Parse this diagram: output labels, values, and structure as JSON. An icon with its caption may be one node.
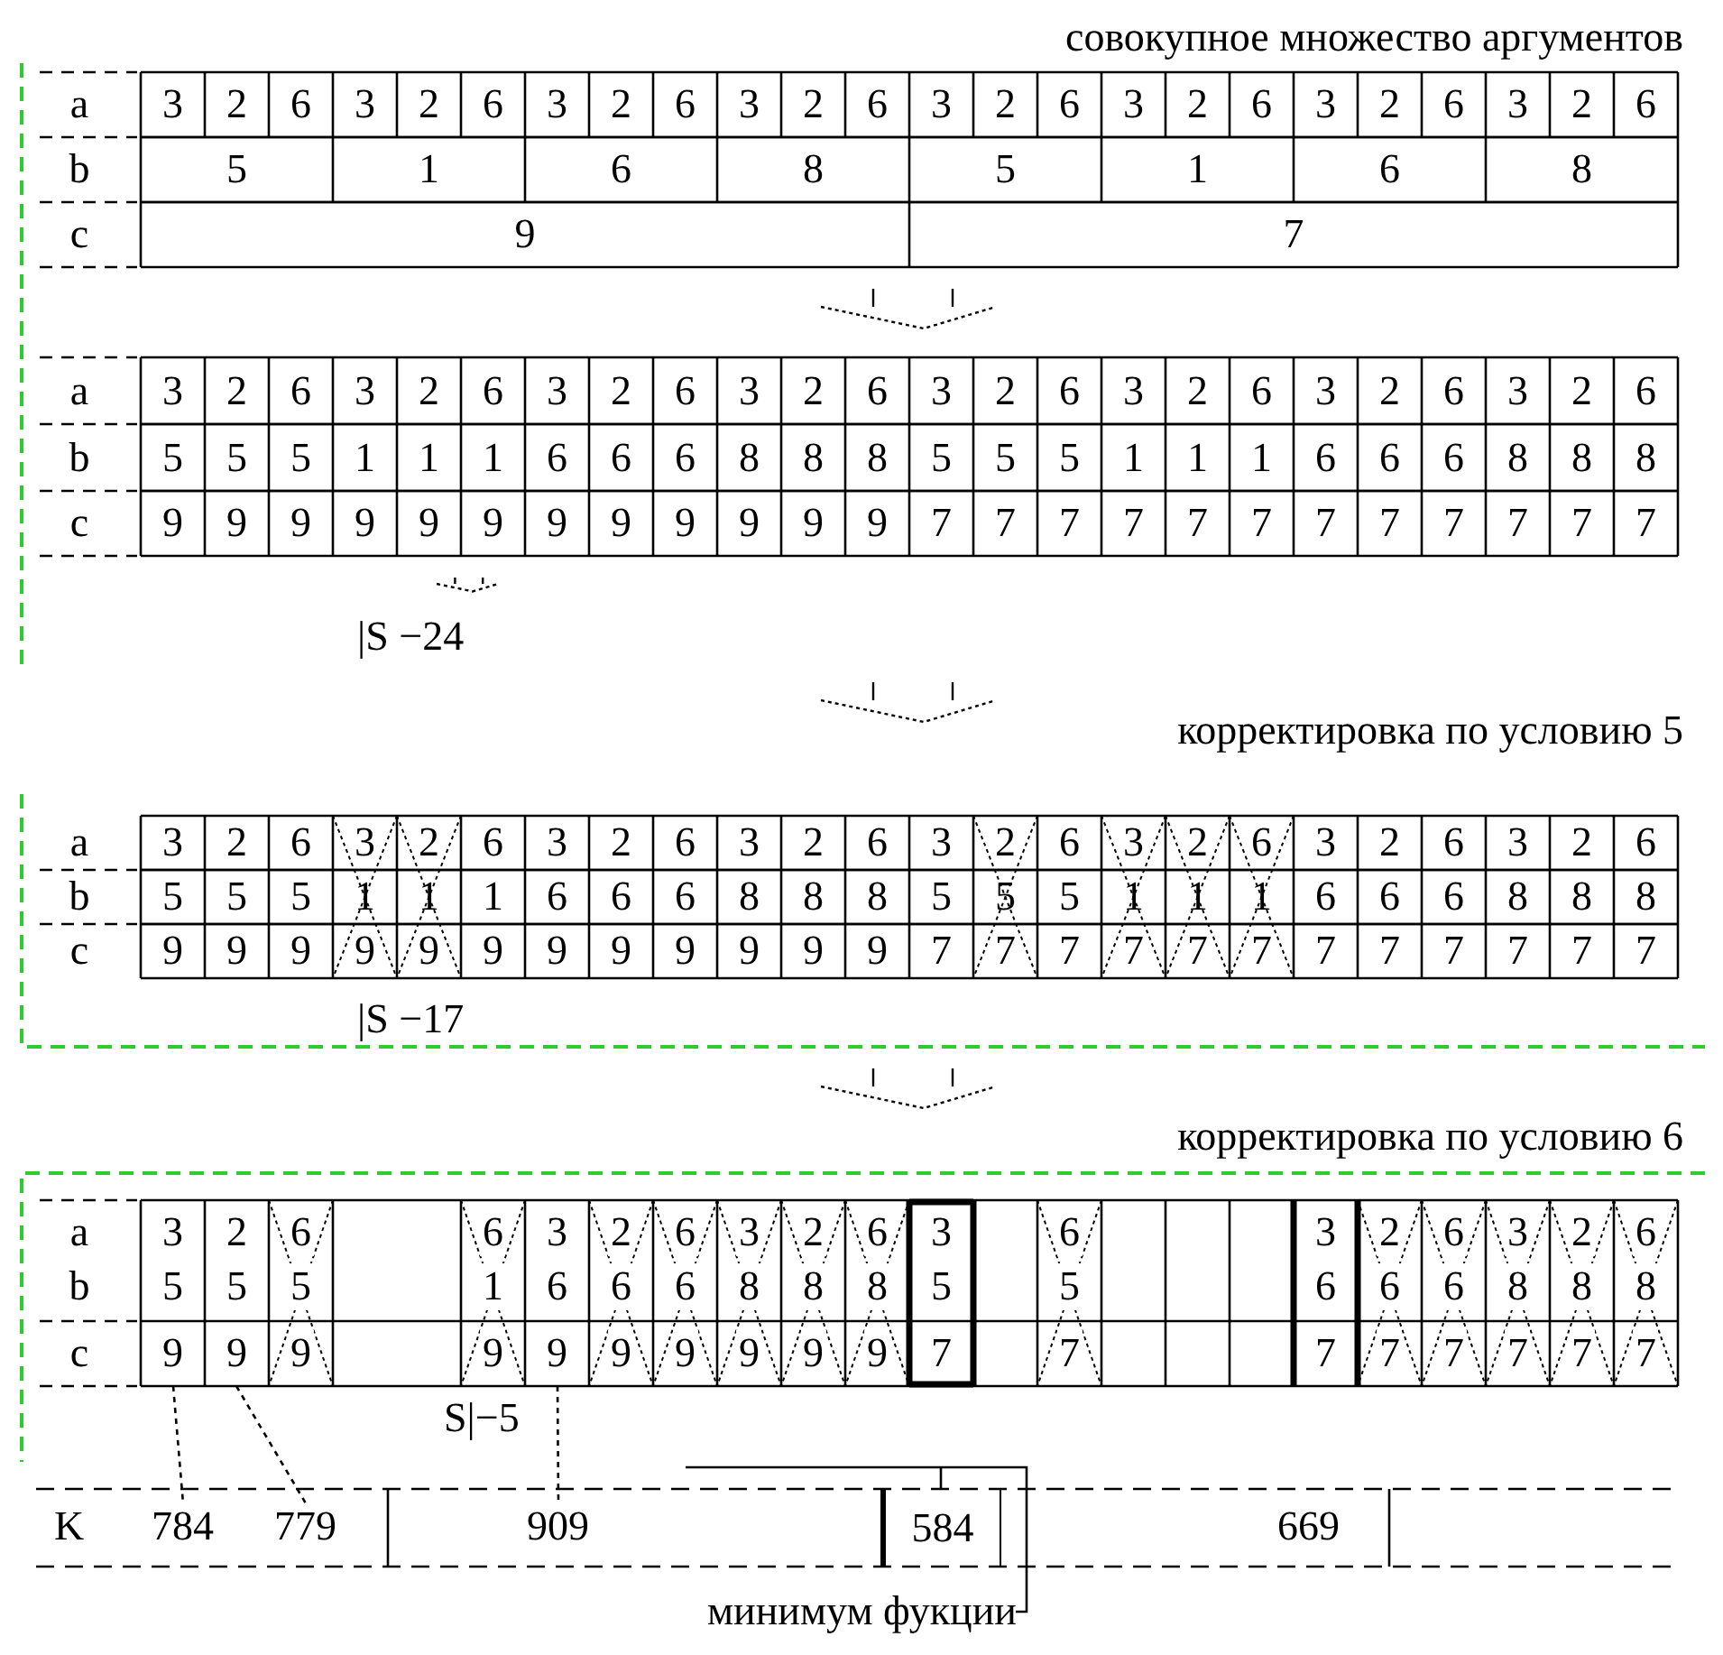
{
  "diagram": {
    "nodes": [
      {
        "text": [
          "9"
        ]
      },
      {
        "text": [
          "9"
        ]
      },
      {
        "text": [
          "9"
        ]
      },
      {
        "text": [
          "784"
        ]
      },
      {
        "text": [
          "779"
        ]
      },
      {
        "text": [
          "909"
        ]
      },
      {
        "text": [
          "584"
        ]
      },
      {
        "text": [
          "669"
        ]
      },
      {
        "text": [
          "минимум фукции"
        ]
      }
    ],
    "edges": [
      {
        "from": 0,
        "to": 3,
        "arrow": "none",
        "style": "dashed"
      },
      {
        "from": 1,
        "to": 4,
        "arrow": "none",
        "style": "dashed"
      },
      {
        "from": 2,
        "to": 5,
        "arrow": "none",
        "style": "dashed"
      },
      {
        "from": 8,
        "to": 6,
        "arrow": "none"
      }
    ],
    "labels": [
      "совокупное множество аргументов",
      "a",
      "3",
      "2",
      "6",
      "3",
      "2",
      "6",
      "3",
      "2",
      "6",
      "3",
      "2",
      "6",
      "3",
      "2",
      "6",
      "3",
      "2",
      "6",
      "3",
      "2",
      "6",
      "3",
      "2",
      "6",
      "b",
      "5",
      "1",
      "6",
      "8",
      "5",
      "1",
      "6",
      "8",
      "c",
      "9",
      "7",
      "a",
      "3",
      "2",
      "6",
      "3",
      "2",
      "6",
      "3",
      "2",
      "6",
      "3",
      "2",
      "6",
      "3",
      "2",
      "6",
      "3",
      "2",
      "6",
      "3",
      "2",
      "6",
      "3",
      "2",
      "6",
      "b",
      "5",
      "5",
      "5",
      "1",
      "1",
      "1",
      "6",
      "6",
      "6",
      "8",
      "8",
      "8",
      "5",
      "5",
      "5",
      "1",
      "1",
      "1",
      "6",
      "6",
      "6",
      "8",
      "8",
      "8",
      "c",
      "9",
      "9",
      "9",
      "9",
      "9",
      "9",
      "9",
      "9",
      "9",
      "9",
      "9",
      "9",
      "7",
      "7",
      "7",
      "7",
      "7",
      "7",
      "7",
      "7",
      "7",
      "7",
      "7",
      "7",
      "|S −24",
      "корректировка по условию 5",
      "a",
      "3",
      "2",
      "6",
      "3",
      "2",
      "6",
      "3",
      "2",
      "6",
      "3",
      "2",
      "6",
      "3",
      "2",
      "6",
      "3",
      "2",
      "6",
      "3",
      "2",
      "6",
      "3",
      "2",
      "6",
      "b",
      "5",
      "5",
      "5",
      "1",
      "1",
      "1",
      "6",
      "6",
      "6",
      "8",
      "8",
      "8",
      "5",
      "5",
      "5",
      "1",
      "1",
      "1",
      "6",
      "6",
      "6",
      "8",
      "8",
      "8",
      "c",
      "9",
      "9",
      "9",
      "9",
      "9",
      "9",
      "9",
      "9",
      "9",
      "9",
      "9",
      "9",
      "7",
      "7",
      "7",
      "7",
      "7",
      "7",
      "7",
      "7",
      "7",
      "7",
      "7",
      "7",
      "|S −17",
      "корректировка по условию 6",
      "a",
      "3",
      "2",
      "6",
      "6",
      "3",
      "2",
      "6",
      "3",
      "2",
      "6",
      "3",
      "6",
      "3",
      "2",
      "6",
      "3",
      "2",
      "6",
      "b",
      "5",
      "5",
      "5",
      "1",
      "6",
      "6",
      "6",
      "8",
      "8",
      "8",
      "5",
      "5",
      "6",
      "6",
      "6",
      "8",
      "8",
      "8",
      "c",
      "9",
      "9",
      "9",
      "9",
      "9",
      "9",
      "9",
      "7",
      "7",
      "7",
      "7",
      "7",
      "7",
      "7",
      "7",
      "S|−5",
      "K"
    ]
  }
}
